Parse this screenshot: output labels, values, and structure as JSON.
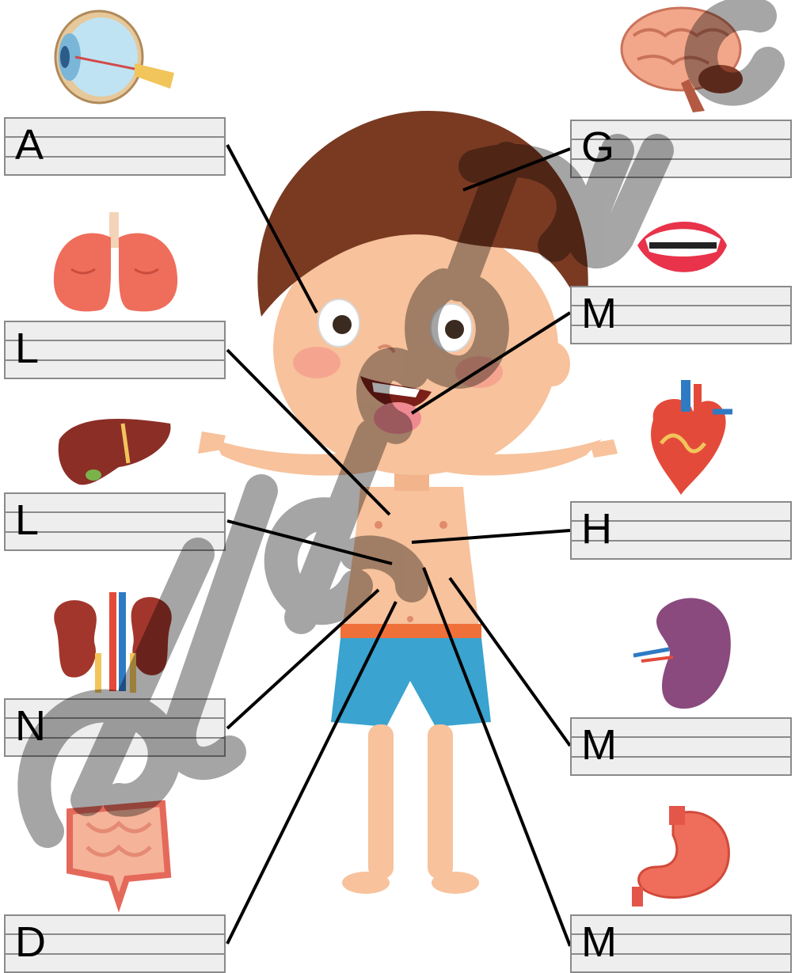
{
  "labels": {
    "eye": "A",
    "brain": "G",
    "lungs": "L",
    "mouth": "M",
    "liver": "L",
    "heart": "H",
    "kidneys": "N",
    "spleen": "M",
    "intestines": "D",
    "stomach": "M"
  },
  "watermark": {
    "color": "#000000",
    "opacity": 0.35
  },
  "colors": {
    "skin": "#f7c29c",
    "hair": "#7a3a22",
    "shorts": "#3aa3cf",
    "waistband": "#f0703a",
    "line": "#000000",
    "box_fill": "#eeeeee",
    "box_border": "#8a8a8a"
  }
}
